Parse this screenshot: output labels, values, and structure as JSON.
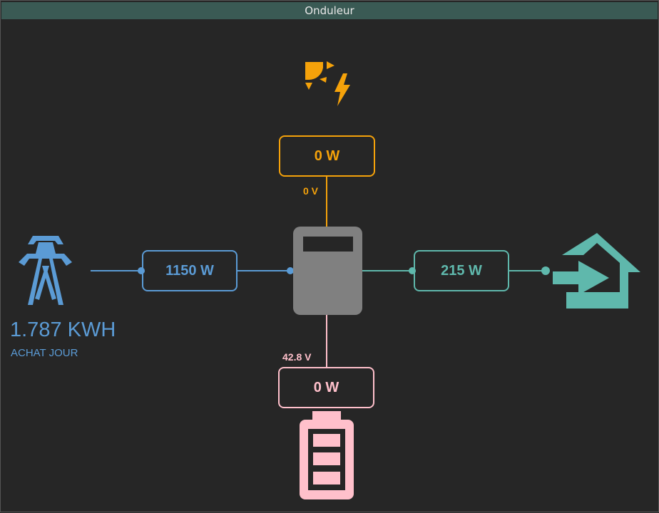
{
  "window": {
    "title": "Onduleur"
  },
  "colors": {
    "solar": "#f5a20a",
    "grid": "#5b9bd5",
    "home": "#5fb8ac",
    "battery": "#ffc0cb",
    "inverter": "#808080",
    "titlebar": "#3a5a54"
  },
  "solar": {
    "icon": "solar-power-icon",
    "power": "0 W",
    "voltage": "0 V"
  },
  "grid": {
    "icon": "transmission-tower-icon",
    "power": "1150 W",
    "energy": "1.787 KWH",
    "energy_label": "ACHAT JOUR"
  },
  "inverter": {
    "icon": "inverter-icon"
  },
  "home": {
    "icon": "home-import-icon",
    "power": "215 W"
  },
  "battery": {
    "icon": "battery-icon",
    "power": "0 W",
    "voltage": "42.8 V"
  }
}
